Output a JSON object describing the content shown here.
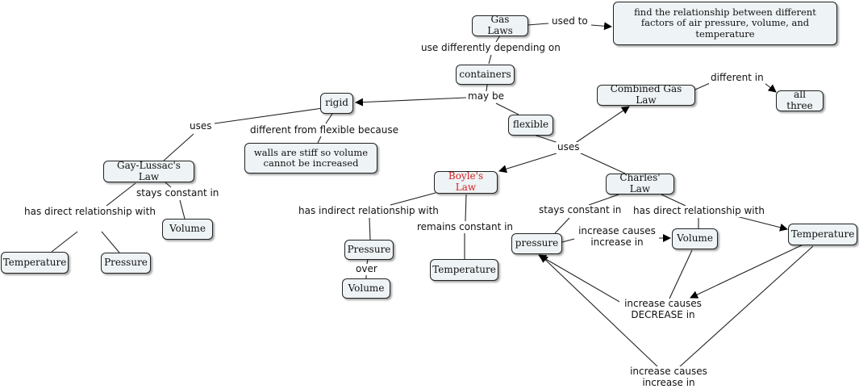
{
  "nodes": {
    "gas_laws": "Gas Laws",
    "find_relationship": "find the relationship between different factors of air pressure, volume, and temperature",
    "containers": "containers",
    "rigid": "rigid",
    "flexible": "flexible",
    "walls_stiff": "walls are stiff so volume cannot be increased",
    "combined_gas_law": "Combined Gas Law",
    "all_three": "all three",
    "gay_lussac": "Gay-Lussac's Law",
    "volume_gl": "Volume",
    "temperature_gl": "Temperature",
    "pressure_gl": "Pressure",
    "boyles_law": "Boyle's Law",
    "pressure_bl": "Pressure",
    "volume_bl": "Volume",
    "temperature_bl": "Temperature",
    "charles_law": "Charles' Law",
    "pressure_cl": "pressure",
    "volume_cl": "Volume",
    "temperature_cl": "Temperature"
  },
  "links": {
    "used_to": "used to",
    "use_differently": "use differently depending on",
    "may_be": "may be",
    "uses_rigid": "uses",
    "different_from_flexible": "different from flexible because",
    "uses_flexible": "uses",
    "different_in": "different in",
    "stays_constant_gl": "stays constant in",
    "direct_gl": "has direct relationship with",
    "indirect_bl": "has indirect relationship with",
    "over": "over",
    "remains_constant": "remains constant in",
    "stays_constant_cl": "stays constant in",
    "direct_cl": "has direct relationship with",
    "increase_causes_increase_1": "increase causes increase in",
    "increase_causes_decrease": "increase causes DECREASE in",
    "increase_causes_increase_2": "increase causes increase in"
  }
}
